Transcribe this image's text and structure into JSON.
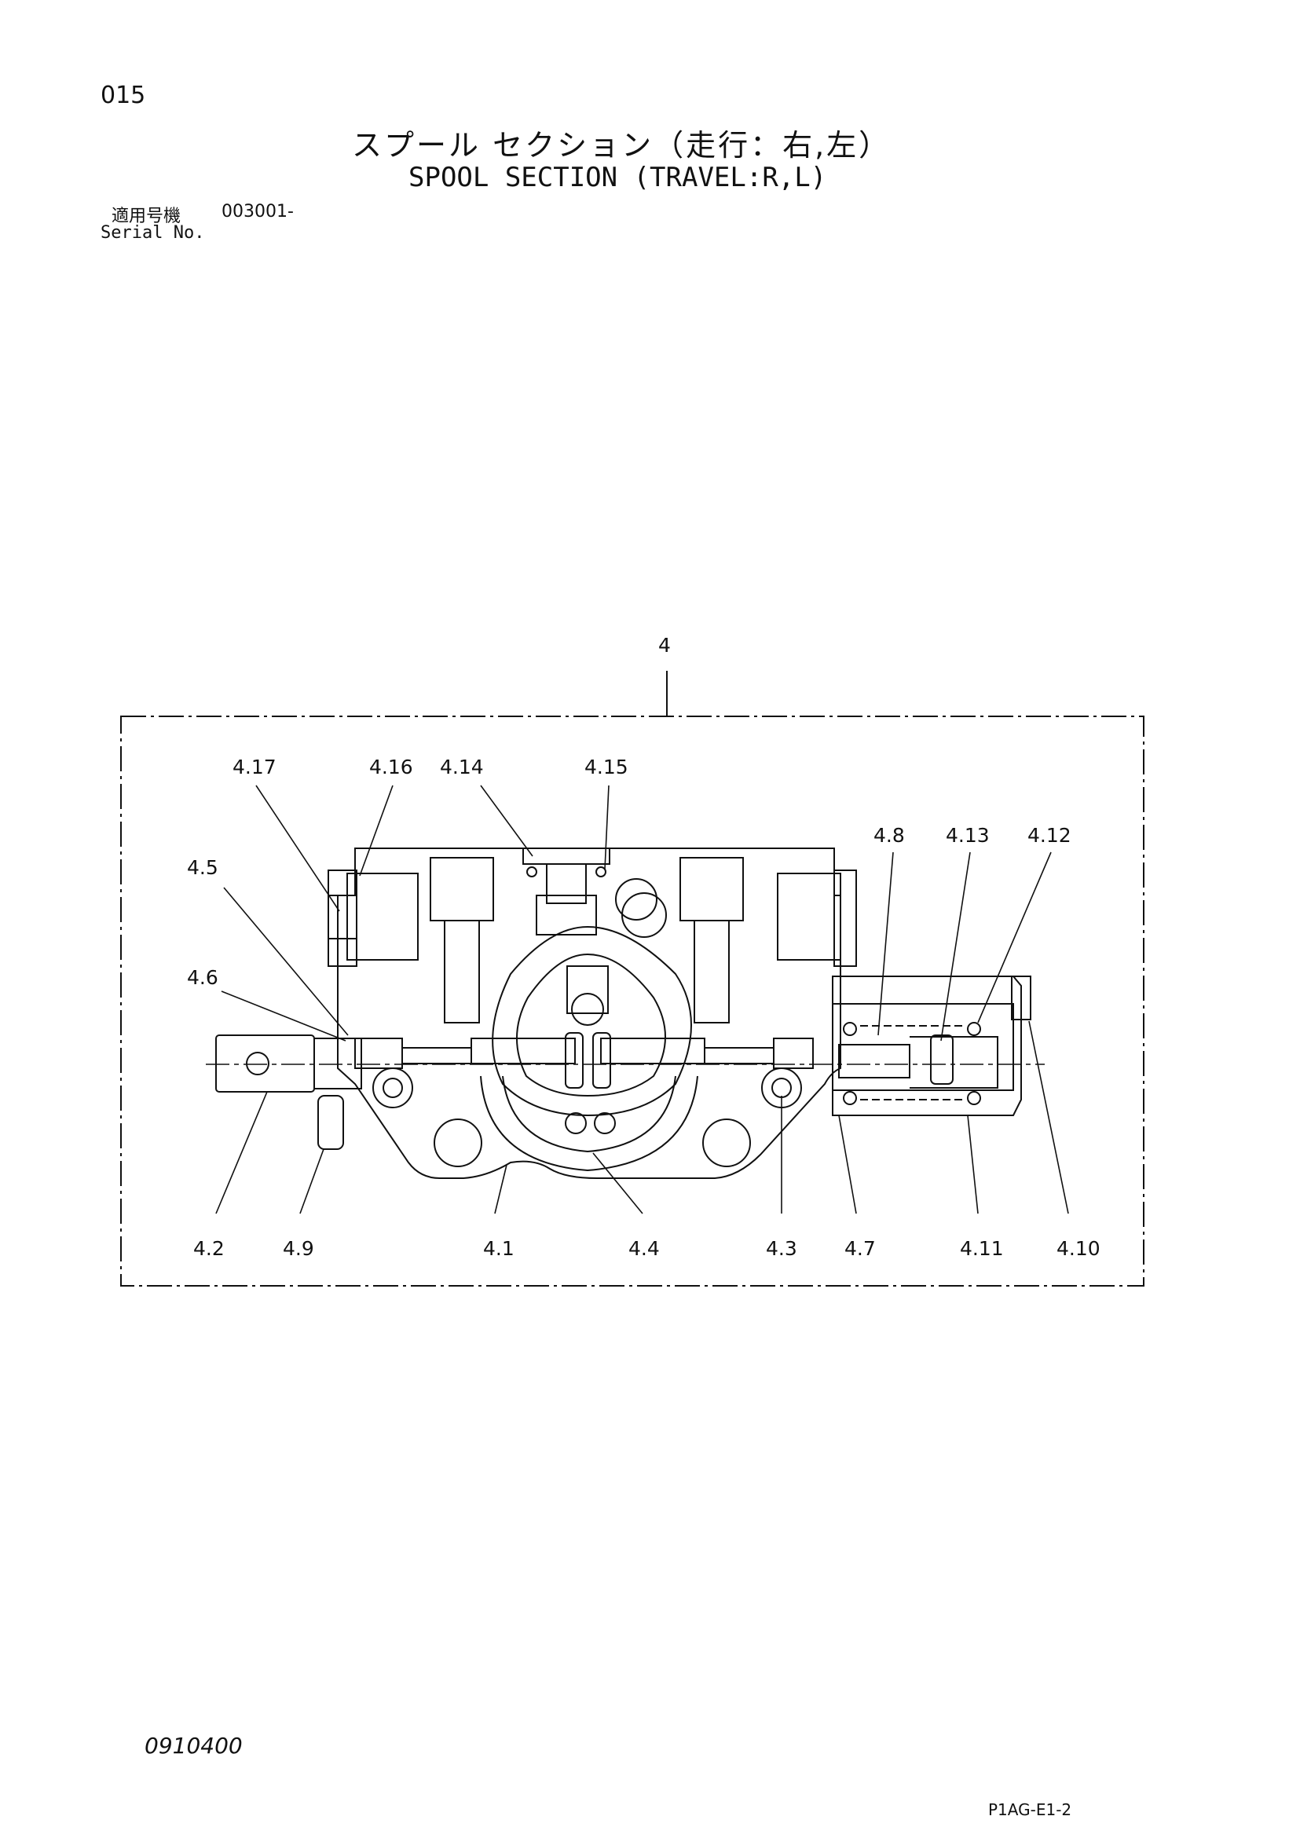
{
  "header": {
    "page_number": "015",
    "title_jp": "スプール セクション（走行：右,左）",
    "title_en": "SPOOL SECTION (TRAVEL:R,L)",
    "serial_label_jp": "適用号機",
    "serial_value": "003001-",
    "serial_label_en": "Serial No."
  },
  "diagram": {
    "assembly_label": "4",
    "callouts": [
      "4.17",
      "4.16",
      "4.14",
      "4.15",
      "4.8",
      "4.13",
      "4.12",
      "4.5",
      "4.6",
      "4.2",
      "4.9",
      "4.1",
      "4.4",
      "4.3",
      "4.7",
      "4.11",
      "4.10"
    ]
  },
  "footer": {
    "doc_code": "0910400",
    "ref_code": "P1AG-E1-2"
  }
}
